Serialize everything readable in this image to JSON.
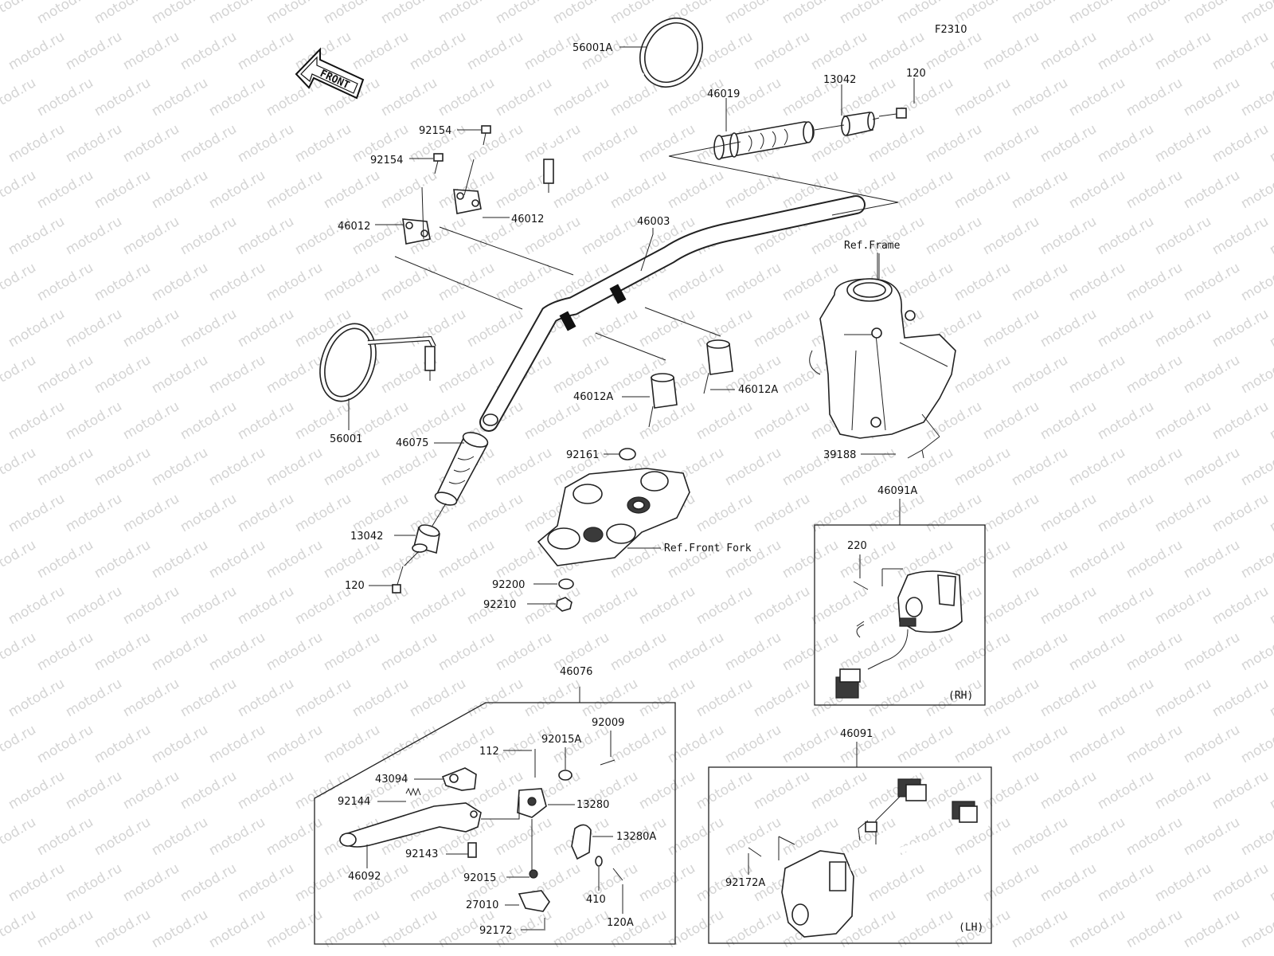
{
  "diagram_code": "F2310",
  "front_arrow_label": "FRONT",
  "watermark_text": "motod.ru",
  "parts": {
    "p56001A": "56001A",
    "p46019": "46019",
    "p13042_top": "13042",
    "p120_top": "120",
    "p92154_a": "92154",
    "p92154_b": "92154",
    "p46012_left": "46012",
    "p46012_right": "46012",
    "p46003": "46003",
    "ref_frame": "Ref.Frame",
    "p46012A_a": "46012A",
    "p46012A_b": "46012A",
    "p56001": "56001",
    "p46075": "46075",
    "p92161": "92161",
    "p39188": "39188",
    "ref_front_fork": "Ref.Front Fork",
    "p13042_bottom": "13042",
    "p120_bottom": "120",
    "p92200": "92200",
    "p92210": "92210",
    "p46091A": "46091A",
    "p220": "220",
    "rh": "(RH)",
    "p46076": "46076",
    "p92009": "92009",
    "p112": "112",
    "p92015A": "92015A",
    "p43094": "43094",
    "p13280": "13280",
    "p92144": "92144",
    "p13280A": "13280A",
    "p92143": "92143",
    "p46092": "46092",
    "p92015": "92015",
    "p410": "410",
    "p27010": "27010",
    "p120A": "120A",
    "p92172": "92172",
    "p46091": "46091",
    "p92172A": "92172A",
    "lh": "(LH)"
  }
}
